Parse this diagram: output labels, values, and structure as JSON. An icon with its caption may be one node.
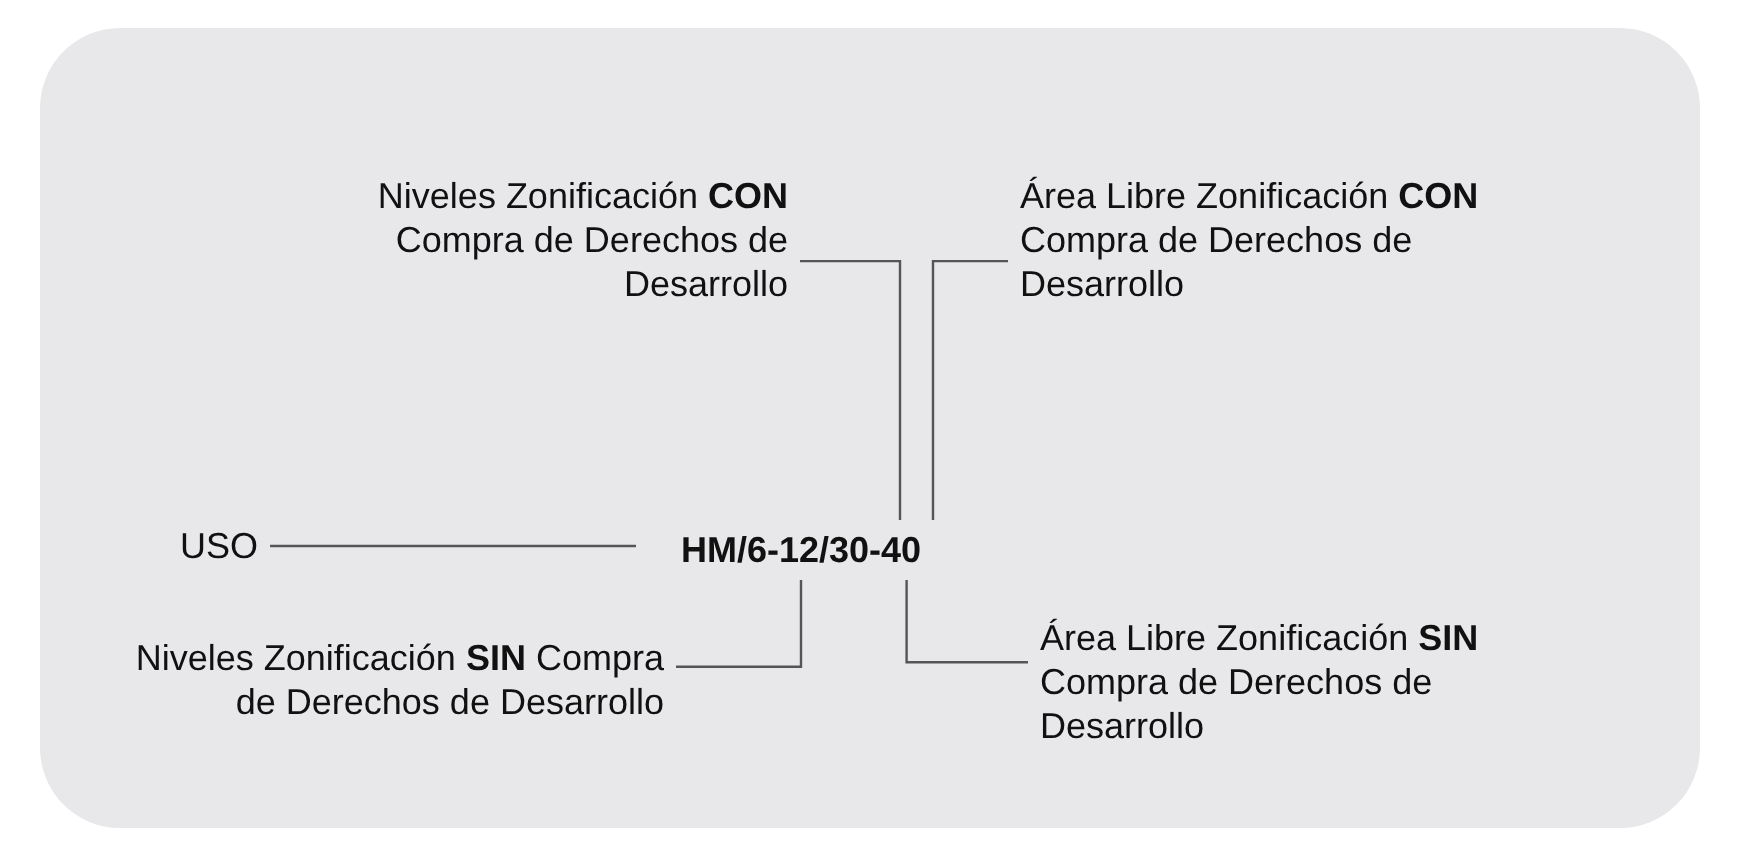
{
  "diagram": {
    "nodes": [
      {
        "text": [
          "Niveles Zonificación **CON** Compra de Derechos de Desarrollo"
        ]
      },
      {
        "text": [
          "Área Libre Zonificación **CON** Compra de Derechos de Desarrollo"
        ]
      },
      {
        "text": [
          "USO"
        ]
      },
      {
        "text": [
          "HM/6-12/30-40"
        ]
      },
      {
        "text": [
          "Niveles Zonificación **SIN** Compra de Derechos de Desarrollo"
        ]
      },
      {
        "text": [
          "Área Libre Zonificación **SIN** Compra de Derechos de Desarrollo"
        ]
      }
    ],
    "edges": [
      {
        "from": 0,
        "to": 3,
        "arrow": "none"
      },
      {
        "from": 1,
        "to": 3,
        "arrow": "none"
      },
      {
        "from": 2,
        "to": 3,
        "arrow": "none"
      },
      {
        "from": 4,
        "to": 3,
        "arrow": "none"
      },
      {
        "from": 5,
        "to": 3,
        "arrow": "none"
      }
    ]
  }
}
